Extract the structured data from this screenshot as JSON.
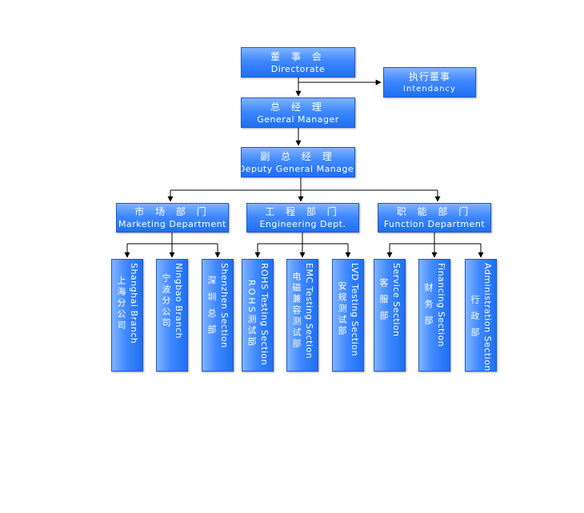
{
  "top": [
    {
      "cn": "董 事 会",
      "en": "Directorate"
    },
    {
      "cn": "执行董事",
      "en": "Intendancy"
    },
    {
      "cn": "总 经 理",
      "en": "General Manager"
    },
    {
      "cn": "副 总 经 理",
      "en": "Deputy General Manager"
    }
  ],
  "departments": [
    {
      "cn": "市 场 部 门",
      "en": "Marketing Department"
    },
    {
      "cn": "工 程 部 门",
      "en": "Engineering  Dept."
    },
    {
      "cn": "职 能 部 门",
      "en": "Function Department"
    }
  ],
  "sections": [
    {
      "en": "Shanghai Branch",
      "cn": "上海分公司"
    },
    {
      "en": "Ningbao Branch",
      "cn": "宁波分公司"
    },
    {
      "en": "Shenzhen Section",
      "cn": "深 圳 总 部"
    },
    {
      "en": "ROHS Testing Section",
      "cn": "ROHS测试部"
    },
    {
      "en": "EMC Testing Section",
      "cn": "电磁兼容测试部"
    },
    {
      "en": "LVD Testing Section",
      "cn": "安规测试部"
    },
    {
      "en": "Service Section",
      "cn": "客 服 部"
    },
    {
      "en": "Financing Section",
      "cn": "财 务 部"
    },
    {
      "en": "Administration Section",
      "cn": "行 政 部"
    }
  ]
}
